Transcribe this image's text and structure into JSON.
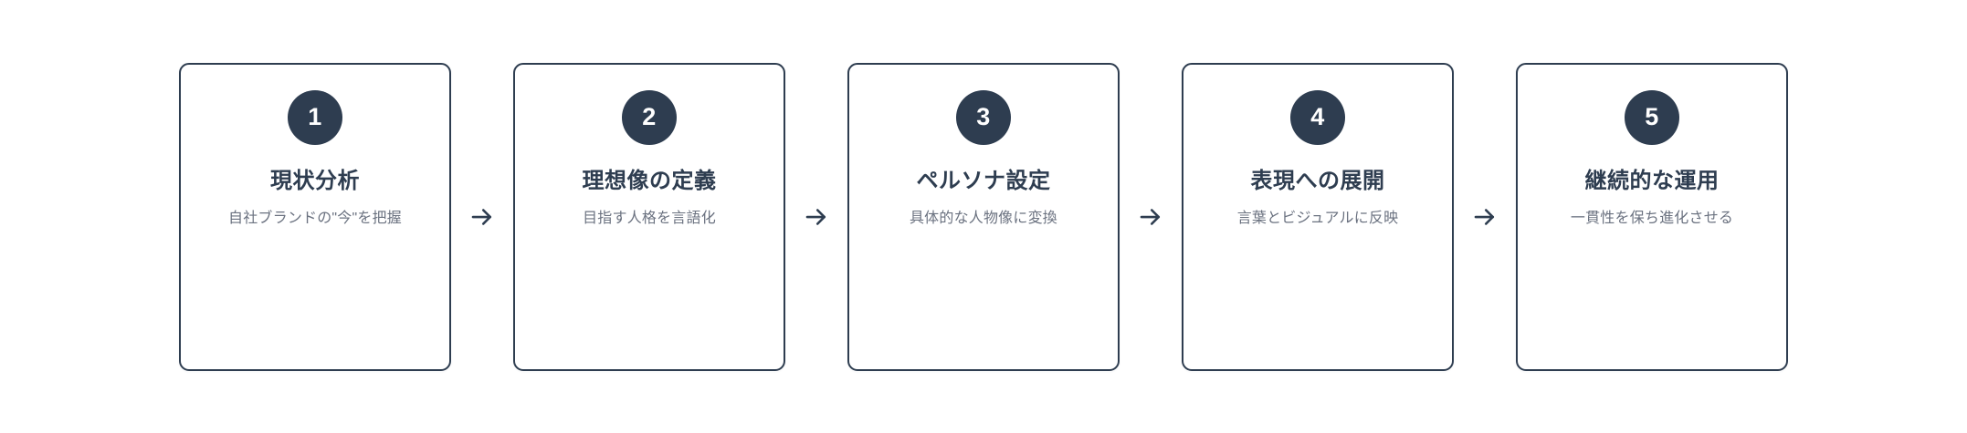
{
  "diagram": {
    "type": "horizontal-process-flow",
    "background_color": "#ffffff",
    "accent_color": "#2e3d50",
    "muted_text_color": "#6b7280",
    "connector_glyph": "→",
    "connector_icon_name": "arrow-right-icon",
    "steps": [
      {
        "number": "1",
        "title": "現状分析",
        "description": "自社ブランドの\"今\"を把握"
      },
      {
        "number": "2",
        "title": "理想像の定義",
        "description": "目指す人格を言語化"
      },
      {
        "number": "3",
        "title": "ペルソナ設定",
        "description": "具体的な人物像に変換"
      },
      {
        "number": "4",
        "title": "表現への展開",
        "description": "言葉とビジュアルに反映"
      },
      {
        "number": "5",
        "title": "継続的な運用",
        "description": "一貫性を保ち進化させる"
      }
    ]
  }
}
